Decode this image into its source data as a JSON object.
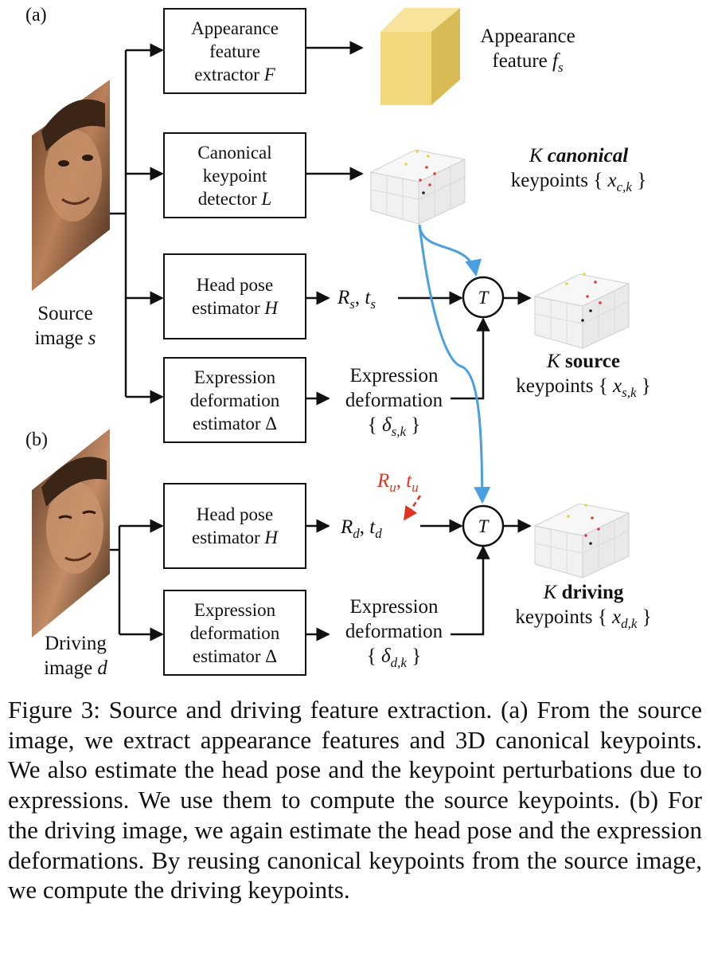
{
  "panel_a": "(a)",
  "panel_b": "(b)",
  "source": {
    "line1": "Source",
    "line2_word": "image",
    "line2_var": "s"
  },
  "driving": {
    "line1": "Driving",
    "line2_word": "image",
    "line2_var": "d"
  },
  "boxes": {
    "appearance": {
      "l1": "Appearance",
      "l2": "feature",
      "l3_word": "extractor",
      "l3_var": "F"
    },
    "canonical": {
      "l1": "Canonical",
      "l2": "keypoint",
      "l3_word": "detector",
      "l3_var": "L"
    },
    "headpose_s": {
      "l1": "Head pose",
      "l2_word": "estimator",
      "l2_var": "H"
    },
    "expr_s": {
      "l1": "Expression",
      "l2": "deformation",
      "l3_word": "estimator",
      "l3_var": "Δ"
    },
    "headpose_d": {
      "l1": "Head pose",
      "l2_word": "estimator",
      "l2_var": "H"
    },
    "expr_d": {
      "l1": "Expression",
      "l2": "deformation",
      "l3_word": "estimator",
      "l3_var": "Δ"
    }
  },
  "outputs": {
    "appearance_l1": "Appearance",
    "appearance_l2_word": "feature",
    "appearance_var": "f",
    "appearance_sub": "s",
    "canonical_k": "K",
    "canonical_word": "canonical",
    "canonical_l2": "keypoints {",
    "canonical_x": "x",
    "canonical_sub": "c,k",
    "source_k": "K",
    "source_word": "source",
    "source_l2": "keypoints {",
    "source_x": "x",
    "source_sub": "s,k",
    "driving_k": "K",
    "driving_word": "driving",
    "driving_l2": "keypoints {",
    "driving_x": "x",
    "driving_sub": "d,k",
    "close_brace": "}",
    "pose_s_R": "R",
    "pose_s_sub": "s",
    "pose_s_t": "t",
    "pose_s_tsub": "s",
    "pose_d_R": "R",
    "pose_d_sub": "d",
    "pose_d_t": "t",
    "pose_d_tsub": "d",
    "pose_u_R": "R",
    "pose_u_sub": "u",
    "pose_u_t": "t",
    "pose_u_tsub": "u",
    "expr_l1": "Expression",
    "expr_l2": "deformation",
    "expr_s_delta": "δ",
    "expr_s_sub": "s,k",
    "expr_d_delta": "δ",
    "expr_d_sub": "d,k",
    "open_brace": "{",
    "comma": ","
  },
  "transform_label": "T",
  "caption": "Figure 3: Source and driving feature extraction. (a) From the source image, we extract appearance features and 3D canonical keypoints. We also estimate the head pose and the keypoint perturbations due to expressions. We use them to compute the source keypoints. (b) For the driving image, we again estimate the head pose and the expression deformations. By reusing canonical keypoints from the source image, we compute the driving keypoints.",
  "colors": {
    "arrow": "#111111",
    "blue": "#4a9fe0",
    "red": "#e0321e",
    "cube": "#f3d77c"
  }
}
